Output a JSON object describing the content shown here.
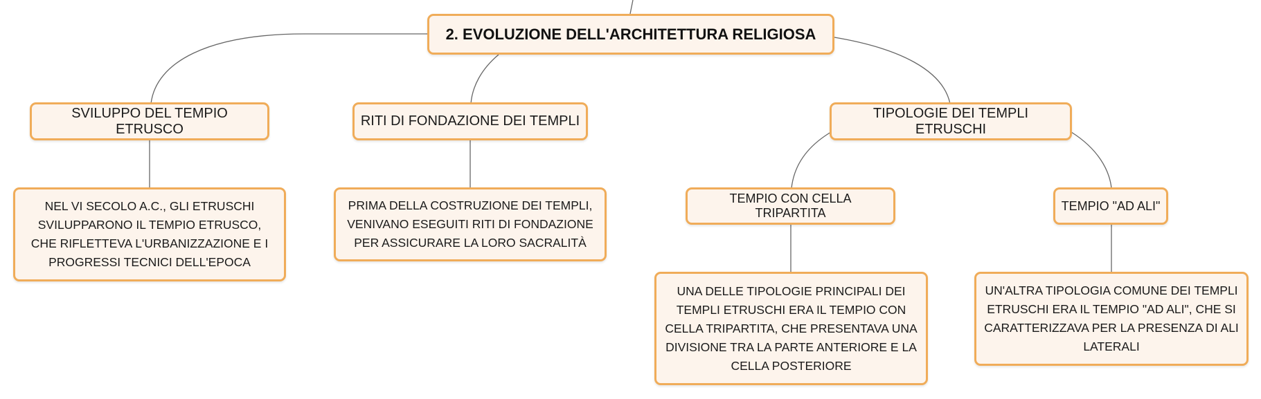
{
  "colors": {
    "node_border": "#f0ac59",
    "node_fill": "#fdf4ec",
    "connector": "#666666"
  },
  "root": {
    "label": "2. EVOLUZIONE DELL'ARCHITETTURA RELIGIOSA"
  },
  "branches": [
    {
      "title": "SVILUPPO DEL TEMPIO ETRUSCO",
      "detail": "NEL VI SECOLO A.C., GLI ETRUSCHI SVILUPPARONO IL TEMPIO ETRUSCO, CHE RIFLETTEVA L'URBANIZZAZIONE E I PROGRESSI TECNICI DELL'EPOCA"
    },
    {
      "title": "RITI DI FONDAZIONE DEI TEMPLI",
      "detail": "PRIMA DELLA COSTRUZIONE DEI TEMPLI, VENIVANO ESEGUITI RITI DI FONDAZIONE PER ASSICURARE LA LORO SACRALITÀ"
    },
    {
      "title": "TIPOLOGIE DEI TEMPLI ETRUSCHI",
      "children": [
        {
          "title": "TEMPIO CON CELLA TRIPARTITA",
          "detail": "UNA DELLE TIPOLOGIE PRINCIPALI DEI TEMPLI ETRUSCHI ERA IL TEMPIO CON CELLA TRIPARTITA, CHE PRESENTAVA UNA DIVISIONE TRA LA PARTE ANTERIORE E LA CELLA POSTERIORE"
        },
        {
          "title": "TEMPIO \"AD ALI\"",
          "detail": "UN'ALTRA TIPOLOGIA COMUNE DEI TEMPLI ETRUSCHI ERA IL TEMPIO \"AD ALI\", CHE SI CARATTERIZZAVA PER LA PRESENZA DI ALI LATERALI"
        }
      ]
    }
  ]
}
